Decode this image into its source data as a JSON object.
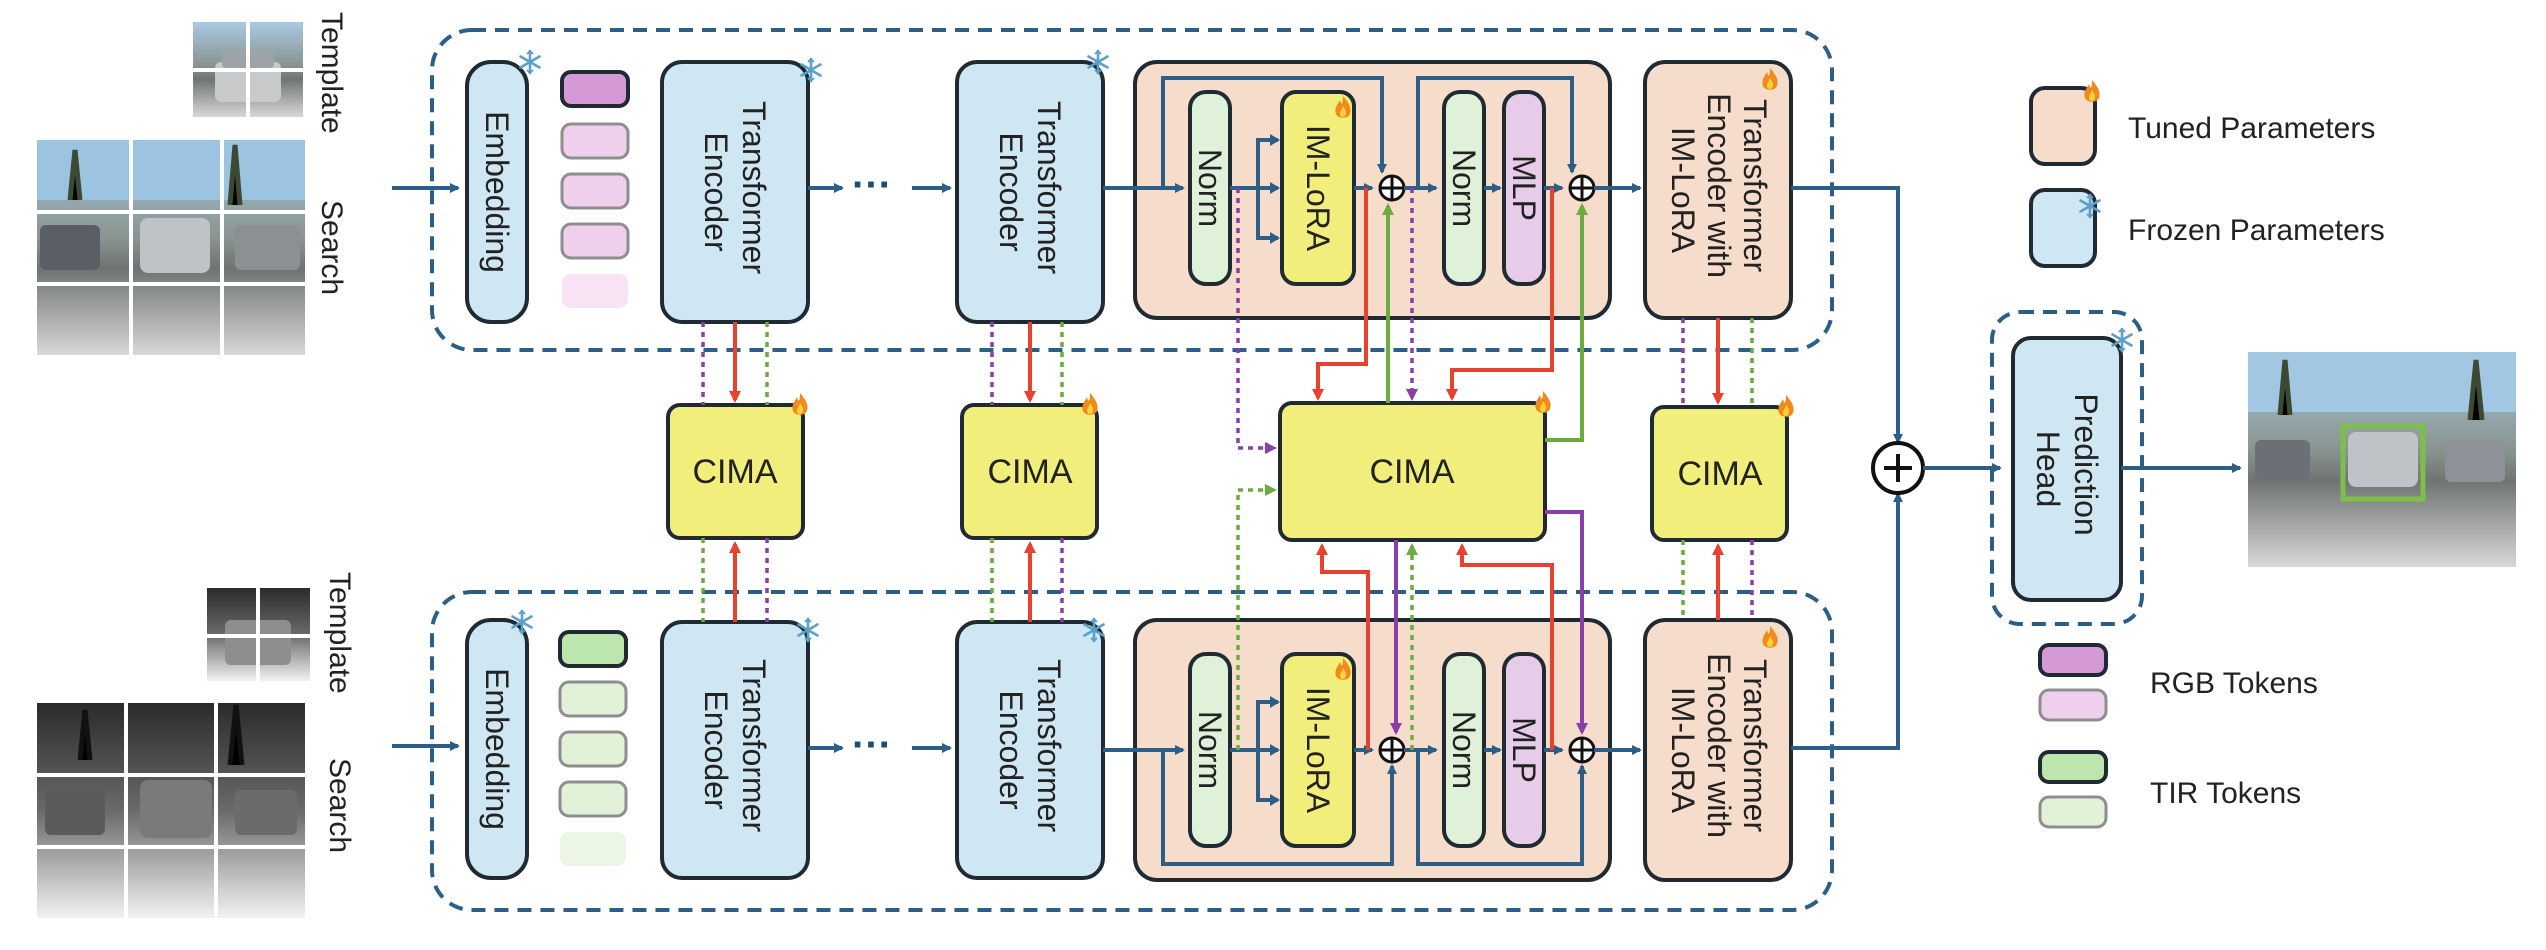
{
  "labels": {
    "template": "Template",
    "search": "Search",
    "embedding": "Embedding",
    "transformer_encoder_l1": "Transformer",
    "transformer_encoder_l2": "Encoder",
    "norm": "Norm",
    "im_lora": "IM-LoRA",
    "mlp": "MLP",
    "tewl_l1": "Transformer",
    "tewl_l2": "Encoder with",
    "tewl_l3": "IM-LoRA",
    "cima": "CIMA",
    "ellipsis": "···",
    "prediction_head_l1": "Prediction",
    "prediction_head_l2": "Head"
  },
  "legend": {
    "tuned": "Tuned Parameters",
    "frozen": "Frozen Parameters",
    "rgb": "RGB Tokens",
    "tir": "TIR  Tokens"
  },
  "colors": {
    "frozen_fill": "#cfe6f3",
    "tuned_fill": "#f6ddcb",
    "cima_fill": "#f2ee7c",
    "norm_fill": "#dff1d8",
    "mlp_fill": "#e6cce8",
    "rgb_token_dark": "#d59ad6",
    "rgb_token_light": "#efd0ec",
    "tir_token_dark": "#bde5ae",
    "tir_token_light": "#e1f2d8",
    "flow": "#2d5f86",
    "red_arrow": "#e8412e",
    "green_arrow": "#6aac3f",
    "purple_arrow": "#8a3ea8"
  }
}
